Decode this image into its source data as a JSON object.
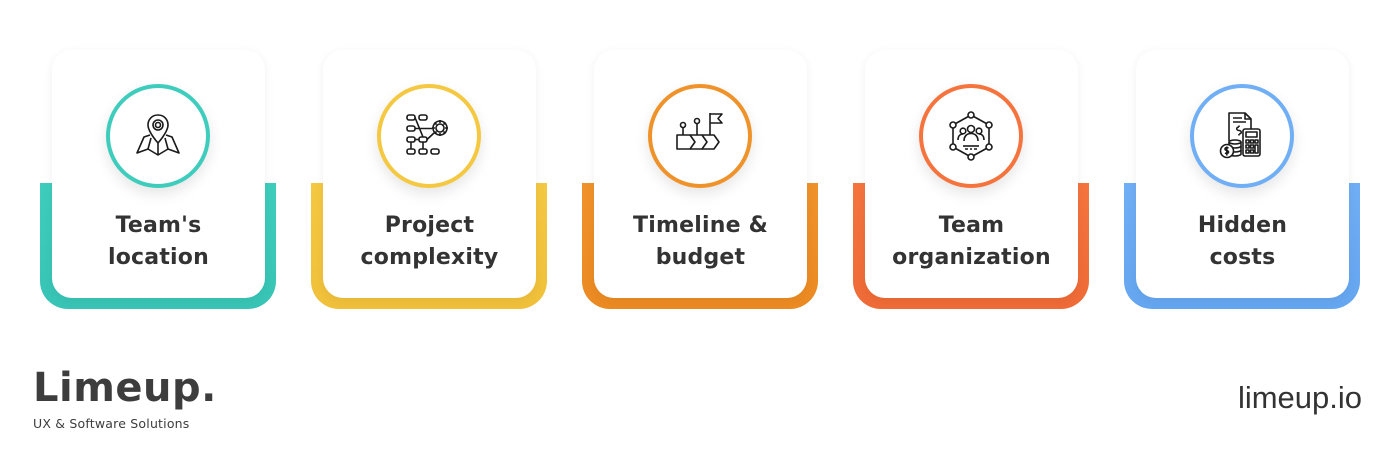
{
  "factors": [
    {
      "line1": "Team's",
      "line2": "location",
      "icon": "map-pin-icon",
      "color": "#3ecdbd",
      "color_dark": "#38c4b5"
    },
    {
      "line1": "Project",
      "line2": "complexity",
      "icon": "flowchart-gear-icon",
      "color": "#f5c842",
      "color_dark": "#f0c03a"
    },
    {
      "line1": "Timeline &",
      "line2": "budget",
      "icon": "roadmap-flag-icon",
      "color": "#f0922a",
      "color_dark": "#eb8a22"
    },
    {
      "line1": "Team",
      "line2": "organization",
      "icon": "team-network-icon",
      "color": "#f5743e",
      "color_dark": "#ee6a36"
    },
    {
      "line1": "Hidden",
      "line2": "costs",
      "icon": "calculator-invoice-icon",
      "color": "#70aef5",
      "color_dark": "#65a6f0"
    }
  ],
  "brand": {
    "name": "Limeup.",
    "tagline": "UX & Software Solutions"
  },
  "website": "limeup.io"
}
